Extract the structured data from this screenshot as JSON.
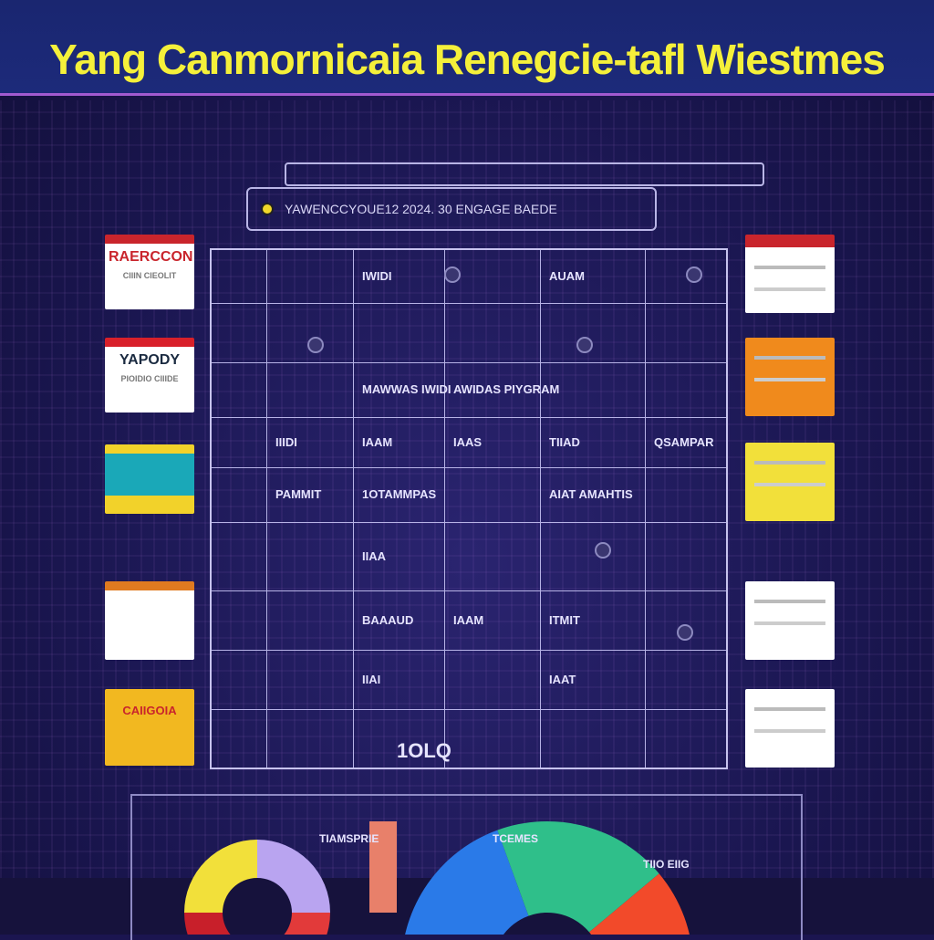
{
  "header": {
    "title": "Yang Canmornicaia Renegcie-tafl Wiestmes"
  },
  "search": {
    "icon": "sun-icon",
    "text": "YAWENCCYOUE12  2024.  30 ENGAGE  BAEDE"
  },
  "table": {
    "cells": [
      {
        "text": "IWIDI",
        "col": 2,
        "row": 0
      },
      {
        "text": "AUAM",
        "col": 4,
        "row": 0
      },
      {
        "text": "MAWWAS  IWIDI",
        "col": 2,
        "row": 2
      },
      {
        "text": "AWIDAS  PIYGRAM",
        "col": 3,
        "row": 2
      },
      {
        "text": "IIIDI",
        "col": 1,
        "row": 3
      },
      {
        "text": "IAAM",
        "col": 2,
        "row": 3
      },
      {
        "text": "IAAS",
        "col": 3,
        "row": 3
      },
      {
        "text": "TIIAD",
        "col": 4,
        "row": 3
      },
      {
        "text": "QSAMPAR",
        "col": 5,
        "row": 3
      },
      {
        "text": "PAMMIT",
        "col": 1,
        "row": 4
      },
      {
        "text": "1OTAMMPAS",
        "col": 2,
        "row": 4
      },
      {
        "text": "AIAT AMAHTIS",
        "col": 4,
        "row": 4
      },
      {
        "text": "IIAA",
        "col": 2,
        "row": 5
      },
      {
        "text": "BAAAUD",
        "col": 2,
        "row": 6
      },
      {
        "text": "IAAM",
        "col": 3,
        "row": 6
      },
      {
        "text": "ITMIT",
        "col": 4,
        "row": 6
      },
      {
        "text": "IIAI",
        "col": 2,
        "row": 7
      },
      {
        "text": "IAAT",
        "col": 4,
        "row": 7
      }
    ],
    "footer": "1OLQ"
  },
  "left_cards": [
    {
      "title": "RAERCCON",
      "sub": "CIIIN  CIEOLIT",
      "color": "#c9252c"
    },
    {
      "title": "YAPODY",
      "sub": "PIOIDIO CIIIDE",
      "color": "#d8202a"
    },
    {
      "title": "",
      "sub": "",
      "color": "#f2d22a"
    },
    {
      "title": "",
      "sub": "",
      "color": "#e07a20"
    },
    {
      "title": "CAIIGOIA",
      "sub": "",
      "color": "#f2b820"
    }
  ],
  "right_cards": [
    {
      "title": "",
      "color": "#c9252c"
    },
    {
      "title": "",
      "color": "#f08a1c"
    },
    {
      "title": "",
      "color": "#f2e03a"
    },
    {
      "title": "",
      "color": "#ffffff"
    },
    {
      "title": "",
      "color": "#ffffff"
    }
  ],
  "bottom": {
    "labels": [
      "TCEMES",
      "TIAMSPRIE",
      "TIIO EIIG"
    ],
    "donut_colors": [
      "#f2e03a",
      "#b9a4f0",
      "#e23a3a",
      "#c81f2a"
    ],
    "arc_colors": [
      "#2a7ae8",
      "#2fbf8a",
      "#f24a2a"
    ]
  }
}
